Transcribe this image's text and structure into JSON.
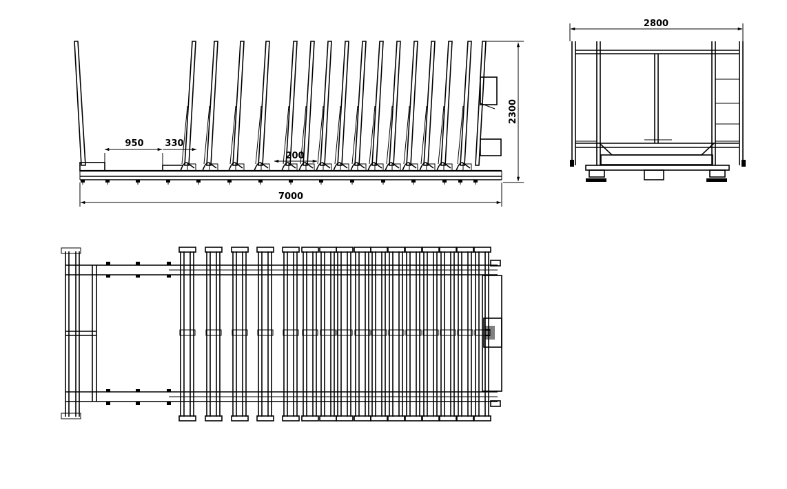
{
  "dimensions": {
    "width_top": "2800",
    "height_side": "2300",
    "spacing_950": "950",
    "spacing_330": "330",
    "spacing_200": "200",
    "total_length": "7000"
  },
  "colors": {
    "line": "#000000",
    "background": "#ffffff"
  }
}
